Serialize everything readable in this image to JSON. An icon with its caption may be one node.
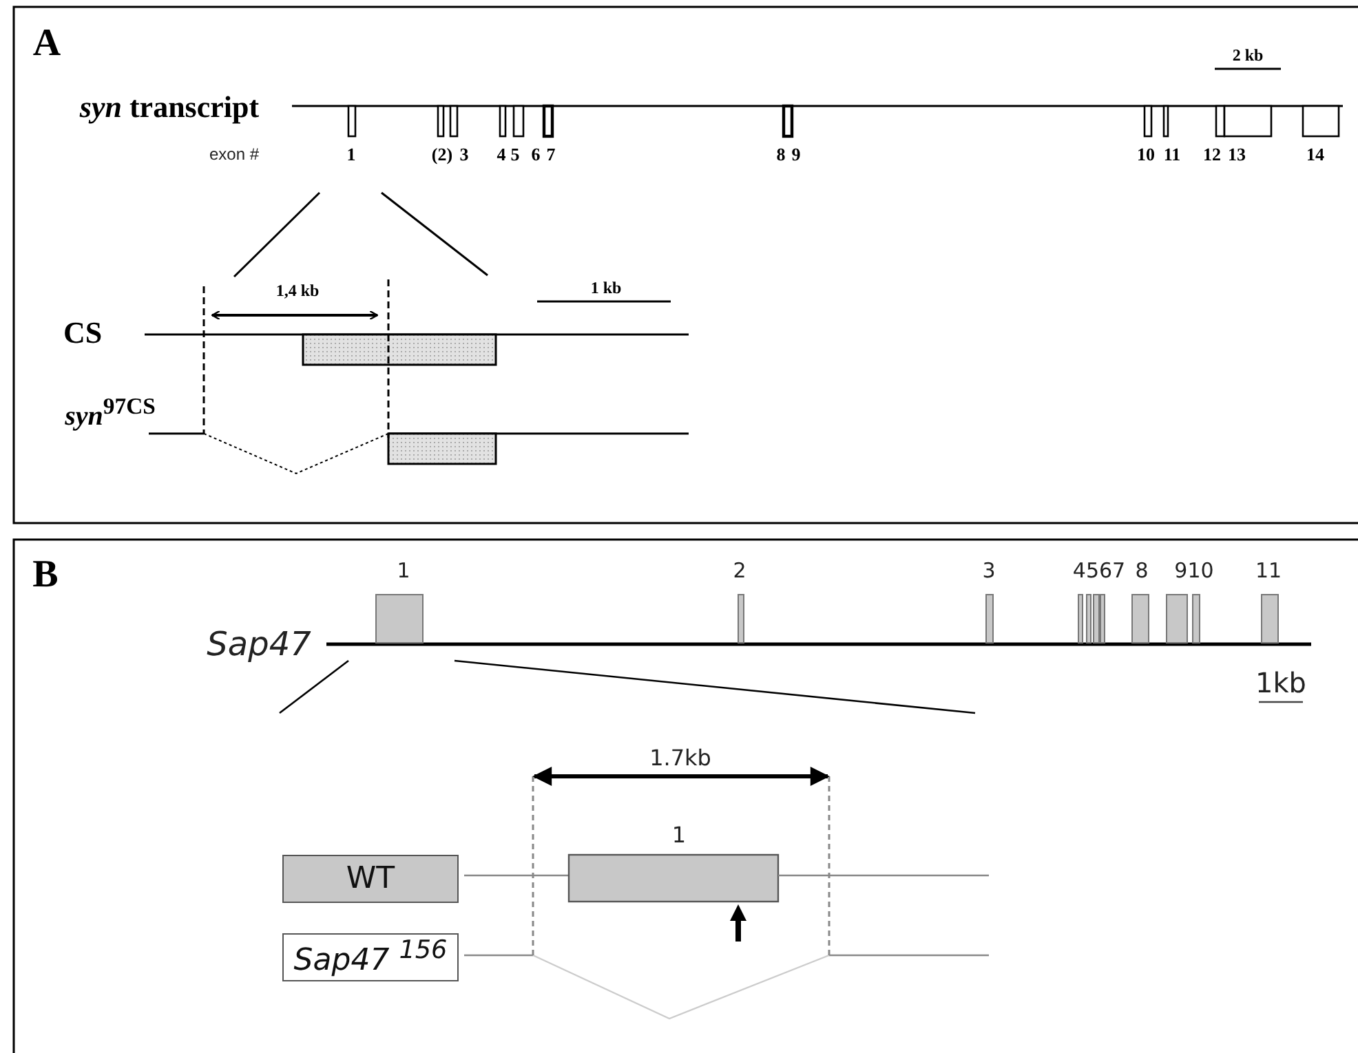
{
  "diagram": {
    "nodes": [
      {
        "text": [
          "WT"
        ]
      },
      {
        "text": [
          "Sap47 $^{156}$"
        ]
      }
    ],
    "labels": [
      "A",
      "*syn* transcript",
      "2 kb",
      "exon #",
      "1",
      "(2)",
      "3",
      "4",
      "5",
      "6",
      "7",
      "8",
      "9",
      "10",
      "11",
      "12",
      "13",
      "14",
      "1,4 kb",
      "1 kb",
      "CS",
      "*syn*$^{97CS}$",
      "B",
      "1",
      "2",
      "3",
      "4567",
      "8",
      "910",
      "11",
      "Sap47",
      "1kb",
      "1.7kb",
      "1"
    ]
  }
}
